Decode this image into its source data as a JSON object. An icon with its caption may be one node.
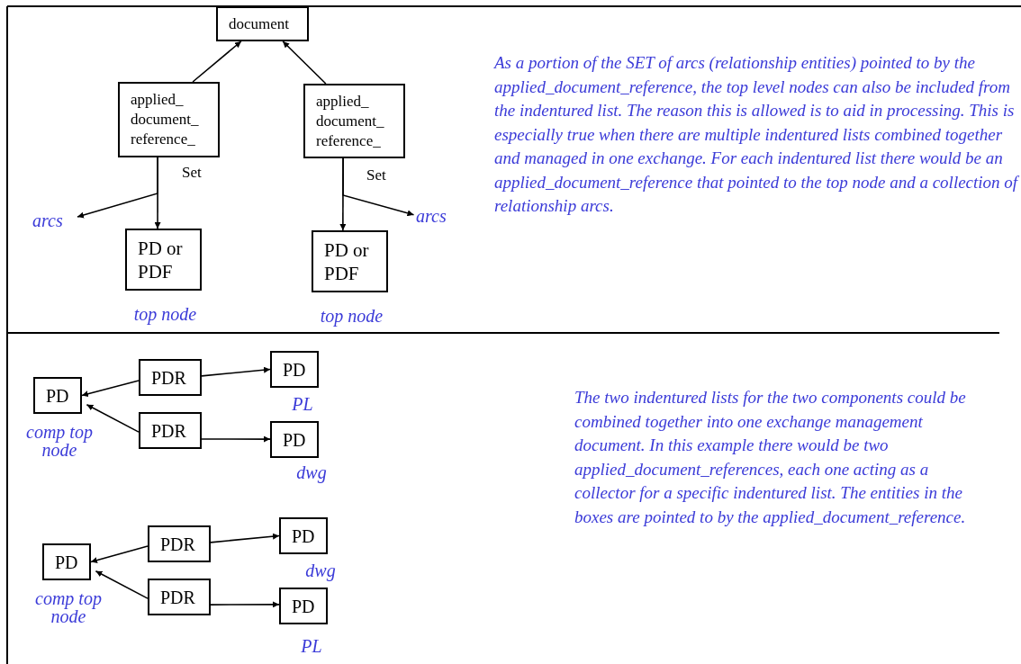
{
  "diagram": {
    "nodes": [
      {
        "text": [
          "document"
        ]
      },
      {
        "text": [
          "applied_ document_ reference_"
        ]
      },
      {
        "text": [
          "applied_ document_ reference_"
        ]
      },
      {
        "text": [
          "PD or PDF"
        ],
        "beside": [
          "top node"
        ]
      },
      {
        "text": [
          "PD or PDF"
        ],
        "beside": [
          "top node"
        ]
      },
      {
        "text": [
          "arcs"
        ]
      },
      {
        "text": [
          "arcs"
        ]
      },
      {
        "text": [
          "PD"
        ],
        "beside": [
          "comp top node"
        ]
      },
      {
        "text": [
          "PDR"
        ]
      },
      {
        "text": [
          "PD"
        ],
        "beside": [
          "PL"
        ]
      },
      {
        "text": [
          "PDR"
        ]
      },
      {
        "text": [
          "PD"
        ],
        "beside": [
          "dwg"
        ]
      },
      {
        "text": [
          "PD"
        ],
        "beside": [
          "comp top node"
        ]
      },
      {
        "text": [
          "PDR"
        ]
      },
      {
        "text": [
          "PD"
        ],
        "beside": [
          "dwg"
        ]
      },
      {
        "text": [
          "PDR"
        ]
      },
      {
        "text": [
          "PD"
        ],
        "beside": [
          "PL"
        ]
      }
    ],
    "edges": [
      {
        "from": 1,
        "to": 0,
        "arrow": "to"
      },
      {
        "from": 2,
        "to": 0,
        "arrow": "to"
      },
      {
        "from": 1,
        "to": 3,
        "arrow": "to",
        "label": "Set"
      },
      {
        "from": 1,
        "to": 5,
        "arrow": "to"
      },
      {
        "from": 2,
        "to": 4,
        "arrow": "to",
        "label": "Set"
      },
      {
        "from": 2,
        "to": 6,
        "arrow": "to"
      },
      {
        "from": 8,
        "to": 7,
        "arrow": "to"
      },
      {
        "from": 10,
        "to": 7,
        "arrow": "to"
      },
      {
        "from": 8,
        "to": 9,
        "arrow": "to"
      },
      {
        "from": 10,
        "to": 11,
        "arrow": "to"
      },
      {
        "from": 13,
        "to": 12,
        "arrow": "to"
      },
      {
        "from": 15,
        "to": 12,
        "arrow": "to"
      },
      {
        "from": 13,
        "to": 14,
        "arrow": "to"
      },
      {
        "from": 15,
        "to": 16,
        "arrow": "to"
      }
    ],
    "labels": [
      "As a portion of the SET of  arcs (relationship entities) pointed to by  the applied_document_reference, the top level nodes can also be included from the indentured list.   The reason this is allowed is to aid in processing.  This is especially true when there are multiple indentured lists combined together and managed in one exchange.  For each indentured list there would be an applied_document_reference that pointed to the top node and a collection of  relationship arcs.",
      "The two indentured lists for the two components could be combined together into one exchange management document.  In this example there would be two applied_document_references, each one acting as a collector for a specific indentured list.  The entities in the boxes are pointed to by the applied_document_reference."
    ]
  }
}
